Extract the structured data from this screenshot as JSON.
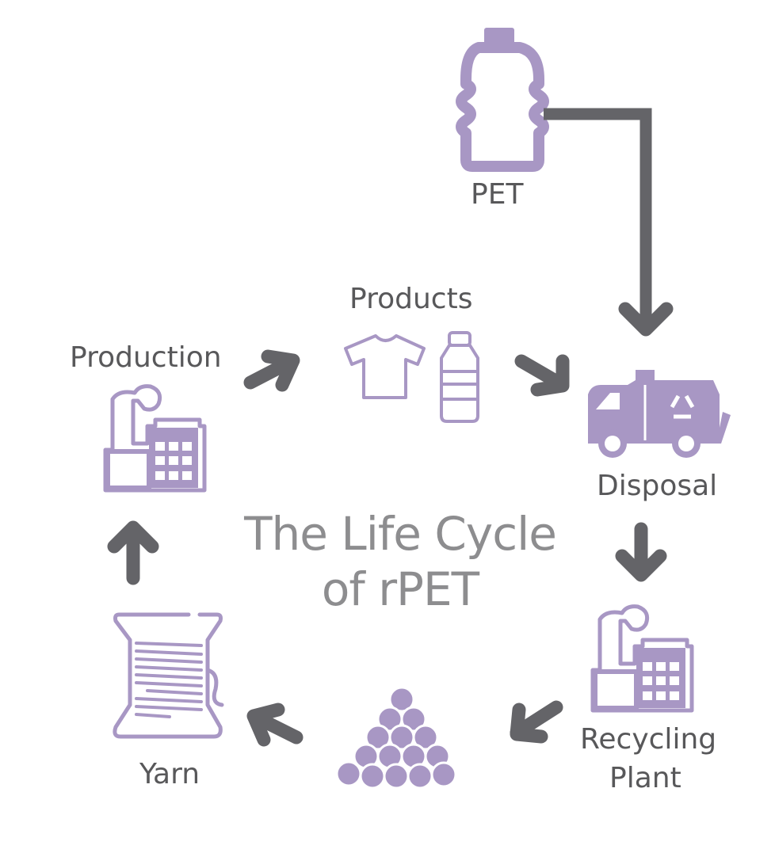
{
  "title": {
    "line1": "The Life Cycle",
    "line2": "of rPET"
  },
  "stages": {
    "pet": "PET",
    "products": "Products",
    "disposal": "Disposal",
    "recycling_line1": "Recycling",
    "recycling_line2": "Plant",
    "yarn": "Yarn",
    "production": "Production"
  },
  "colors": {
    "accent": "#a897c4",
    "arrow": "#646468",
    "label": "#58585a",
    "title": "#8d8d8f"
  }
}
